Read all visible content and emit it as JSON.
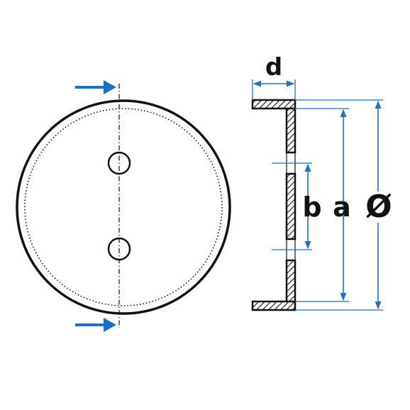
{
  "labels": {
    "d": "d",
    "b": "b",
    "a": "a",
    "diameter": "Ø"
  },
  "colors": {
    "line": "#111111",
    "dimension": "#1f6fc4",
    "arrow": "#1f6fc4",
    "hatch": "#111111",
    "background": "#ffffff"
  }
}
